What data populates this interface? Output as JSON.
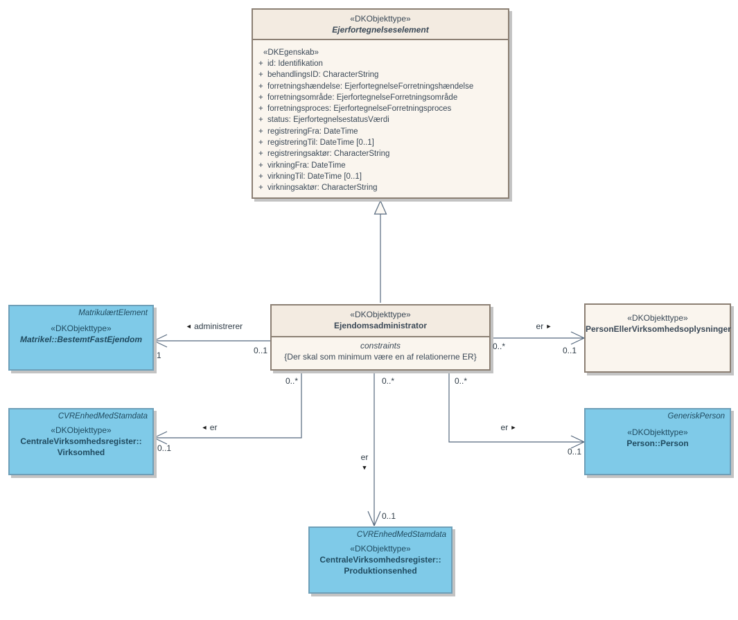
{
  "diagram": {
    "classes": {
      "ejerfortegnelseselement": {
        "stereotype": "«DKObjekttype»",
        "name": "Ejerfortegnelseselement",
        "attr_header": "«DKEgenskab»",
        "vis": "+",
        "attributes": [
          "id: Identifikation",
          "behandlingsID: CharacterString",
          "forretningshændelse: EjerfortegnelseForretningshændelse",
          "forretningsområde: EjerfortegnelseForretningsområde",
          "forretningsproces: EjerfortegnelseForretningsproces",
          "status: EjerfortegnelsestatusVærdi",
          "registreringFra: DateTime",
          "registreringTil: DateTime [0..1]",
          "registreringsaktør: CharacterString",
          "virkningFra: DateTime",
          "virkningTil: DateTime [0..1]",
          "virkningsaktør: CharacterString"
        ]
      },
      "ejendomsadministrator": {
        "stereotype": "«DKObjekttype»",
        "name": "Ejendomsadministrator",
        "constraints_title": "constraints",
        "constraint_text": "{Der skal som minimum være en af relationerne ER}"
      },
      "bestemtfastejendom": {
        "parent": "MatrikulærtElement",
        "stereotype": "«DKObjekttype»",
        "name": "Matrikel::BestemtFastEjendom"
      },
      "person_eller_virksomhed": {
        "stereotype": "«DKObjekttype»",
        "name": "PersonEllerVirksomhedsoplysninger"
      },
      "virksomhed": {
        "parent": "CVREnhedMedStamdata",
        "stereotype": "«DKObjekttype»",
        "name_line1": "CentraleVirksomhedsregister::",
        "name_line2": "Virksomhed"
      },
      "person": {
        "parent": "GeneriskPerson",
        "stereotype": "«DKObjekttype»",
        "name": "Person::Person"
      },
      "produktionsenhed": {
        "parent": "CVREnhedMedStamdata",
        "stereotype": "«DKObjekttype»",
        "name_line1": "CentraleVirksomhedsregister::",
        "name_line2": "Produktionsenhed"
      }
    },
    "associations": {
      "administrerer": {
        "name": "administrerer",
        "dir": "◄",
        "mult_source": "0..1",
        "mult_target": "1"
      },
      "er_person_eller_virksomhed": {
        "name": "er",
        "dir": "►",
        "mult_source": "0..*",
        "mult_target": "0..1"
      },
      "er_virksomhed": {
        "name": "er",
        "dir": "◄",
        "mult_source": "0..*",
        "mult_target": "0..1"
      },
      "er_person": {
        "name": "er",
        "dir": "►",
        "mult_source": "0..*",
        "mult_target": "0..1"
      },
      "er_produktionsenhed": {
        "name": "er",
        "dir": "▼",
        "mult_source": "0..*",
        "mult_target": "0..1"
      }
    },
    "colors": {
      "class_blue_fill": "#7fcae8",
      "class_cream_fill": "#faf5ee",
      "cream_header_fill": "#f3ebe1",
      "cream_border": "#8b7f73",
      "blue_border": "#6e9fb8",
      "connector_line": "#55687d",
      "text_dark": "#3a4856",
      "text_blue_box": "#1f4a5f"
    }
  }
}
